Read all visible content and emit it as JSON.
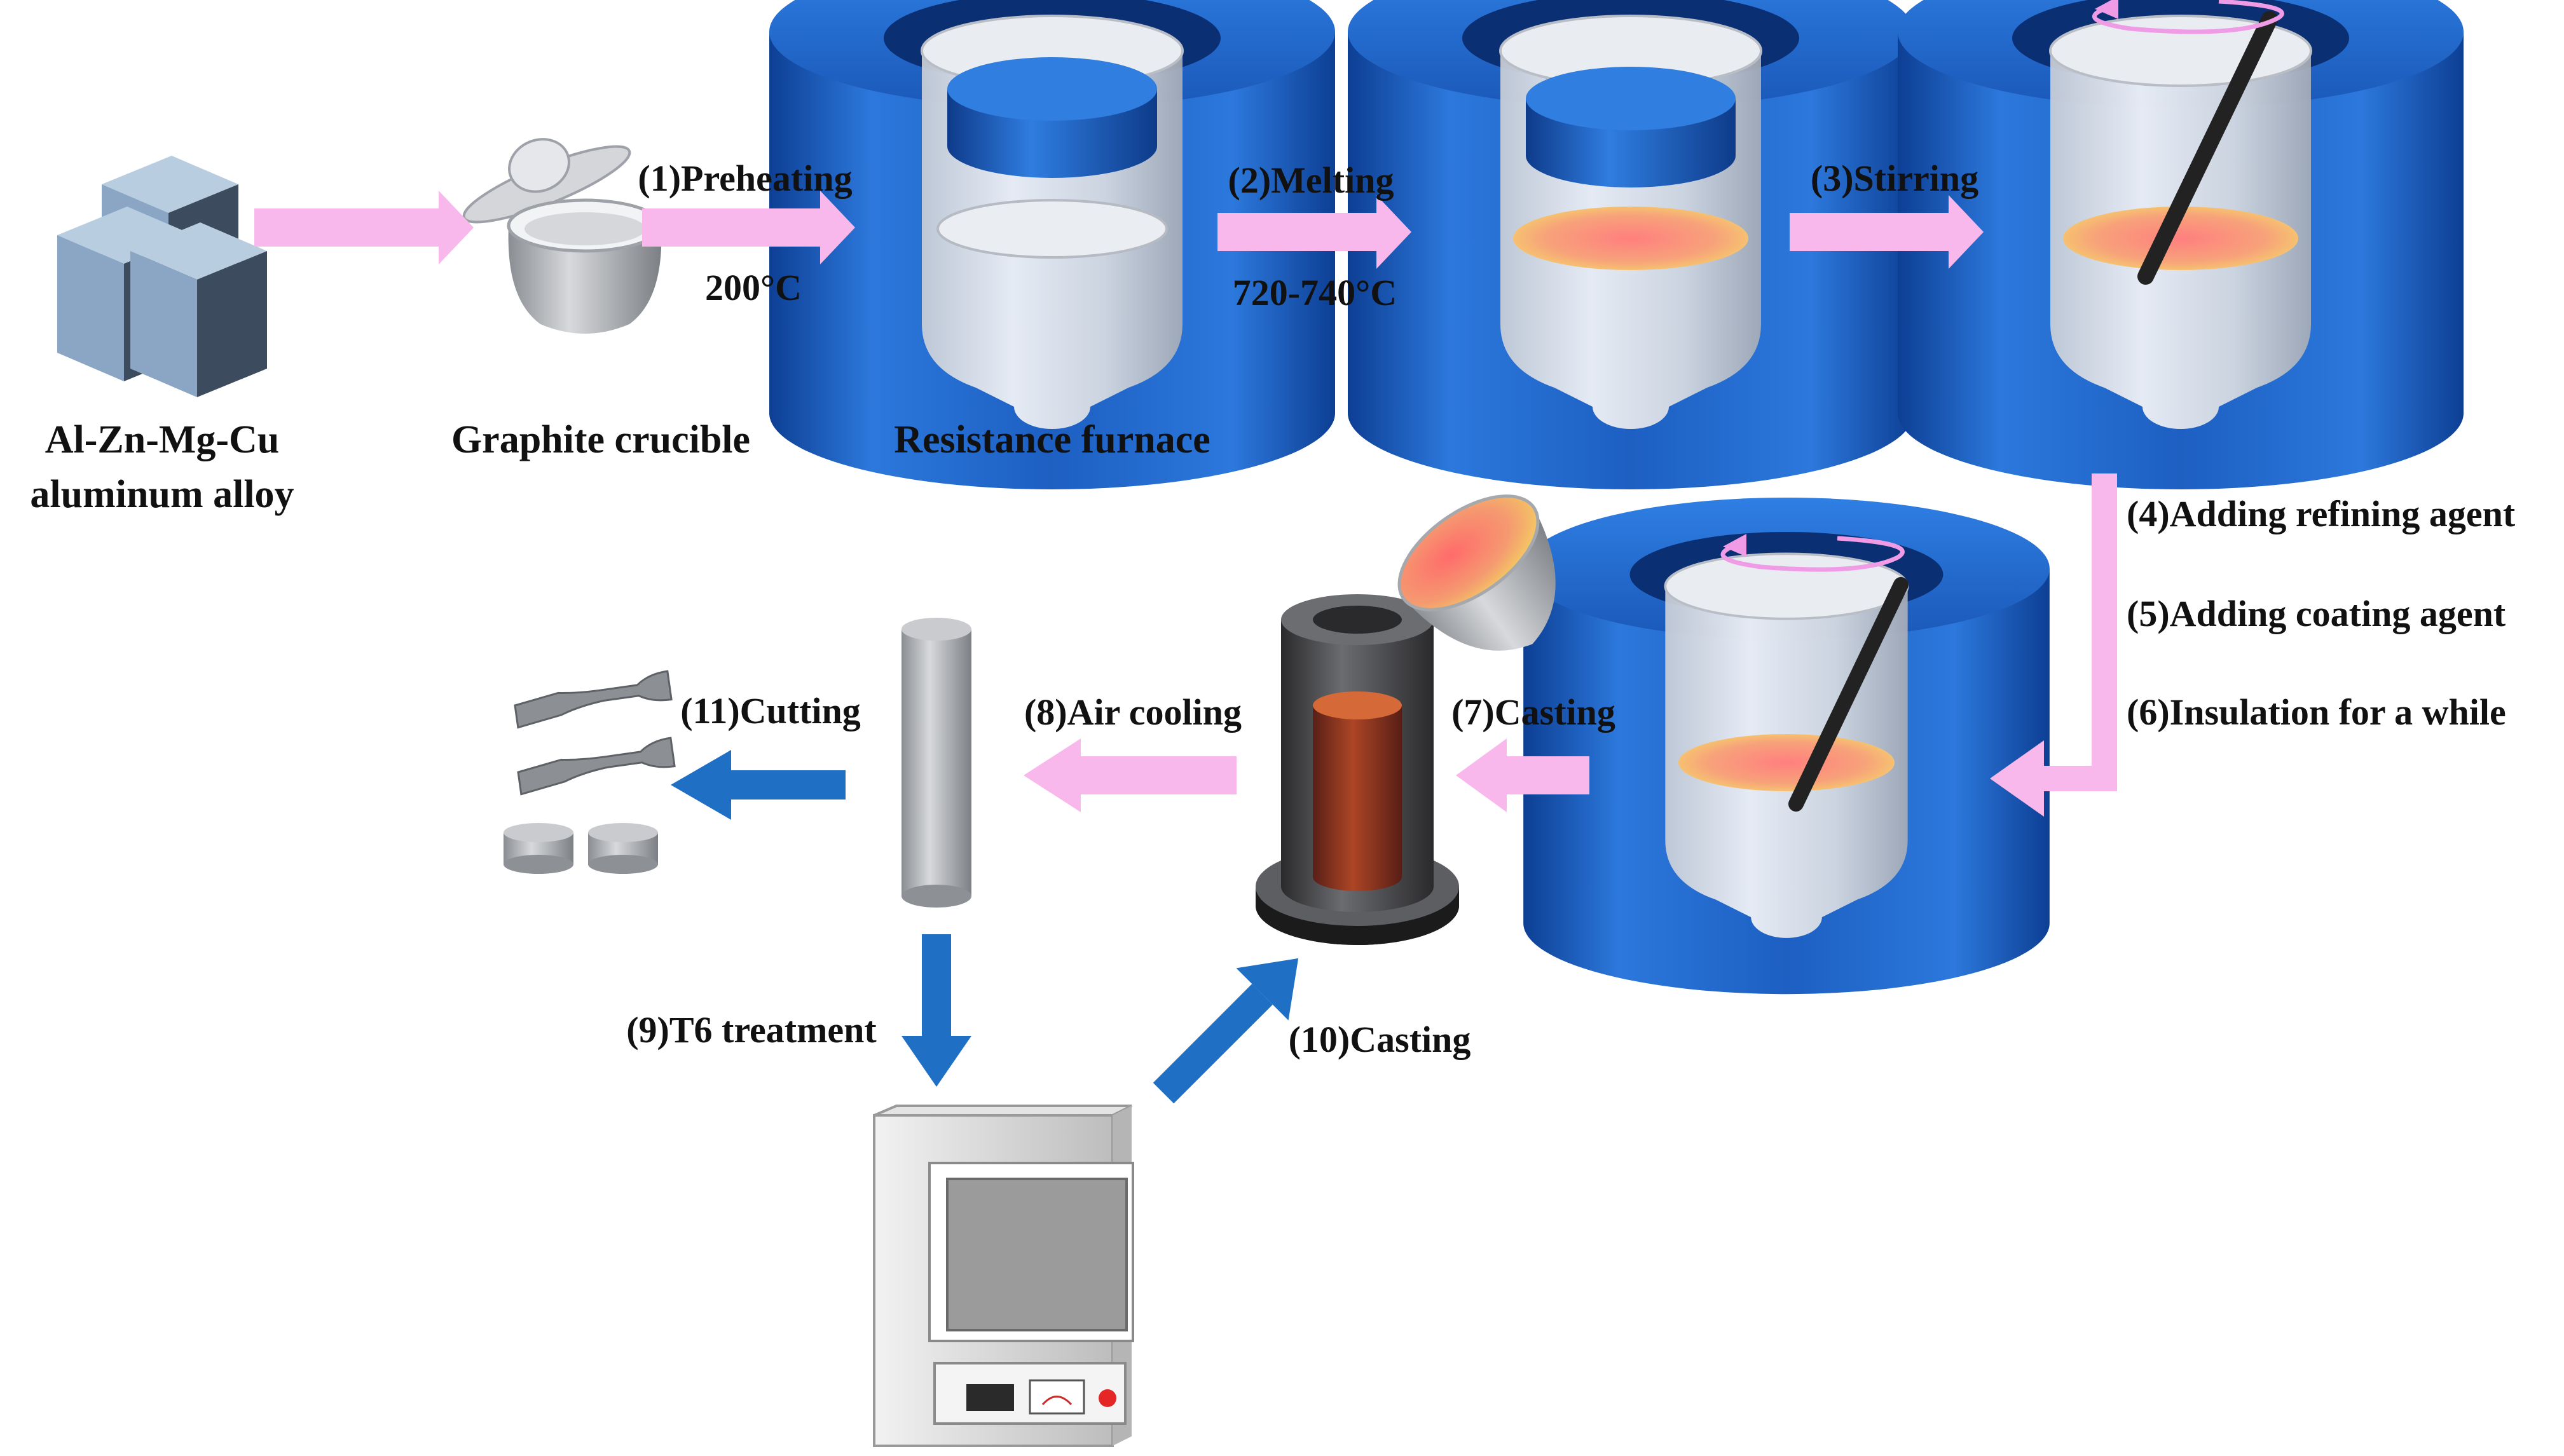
{
  "labels": {
    "alloy_line1": "Al-Zn-Mg-Cu",
    "alloy_line2": "aluminum alloy",
    "crucible": "Graphite crucible",
    "furnace": "Resistance  furnace",
    "step1": "(1)Preheating",
    "step1_temp": "200°C",
    "step2": "(2)Melting",
    "step2_temp": "720-740°C",
    "step3": "(3)Stirring",
    "step4": "(4)Adding refining agent",
    "step5": "(5)Adding coating agent",
    "step6": "(6)Insulation for a while",
    "step7": "(7)Casting",
    "step8": "(8)Air cooling",
    "step9": "(9)T6 treatment",
    "step10": "(10)Casting",
    "step11": "(11)Cutting"
  },
  "colors": {
    "pink_arrow": "#f9b8ec",
    "blue_arrow": "#1f6fc4",
    "furnace_blue": "#1c5fc0",
    "melt_orange": "#f08a5a"
  }
}
